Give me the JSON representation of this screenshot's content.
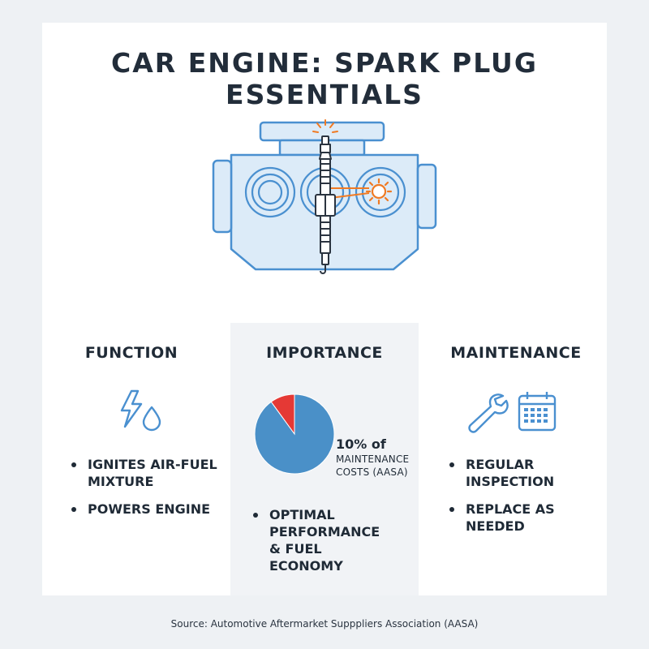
{
  "title": "CAR ENGINE: SPARK PLUG ESSENTIALS",
  "columns": {
    "function": {
      "heading": "FUNCTION",
      "icons": [
        "lightning-icon",
        "droplet-icon"
      ],
      "bullets": [
        "IGNITES AIR-FUEL MIXTURE",
        "POWERS ENGINE"
      ]
    },
    "importance": {
      "heading": "IMPORTANCE",
      "stat_percent": "10% of",
      "stat_desc": "MAINTENANCE COSTS (AASA)",
      "bullets": [
        "OPTIMAL PERFORMANCE & FUEL ECONOMY"
      ]
    },
    "maintenance": {
      "heading": "MAINTENANCE",
      "icons": [
        "wrench-icon",
        "calendar-icon"
      ],
      "bullets": [
        "REGULAR INSPECTION",
        "REPLACE AS NEEDED"
      ]
    }
  },
  "chart_data": {
    "type": "pie",
    "slices": [
      {
        "value": 10,
        "color": "#e53935"
      },
      {
        "value": 90,
        "color": "#4a90c8"
      }
    ]
  },
  "colors": {
    "outline": "#4a90d0",
    "fill": "#dcebf8",
    "spark": "#f07a23",
    "pie_main": "#4a90c8",
    "pie_highlight": "#e53935"
  },
  "source": "Source: Automotive Aftermarket Supppliers Association (AASA)"
}
